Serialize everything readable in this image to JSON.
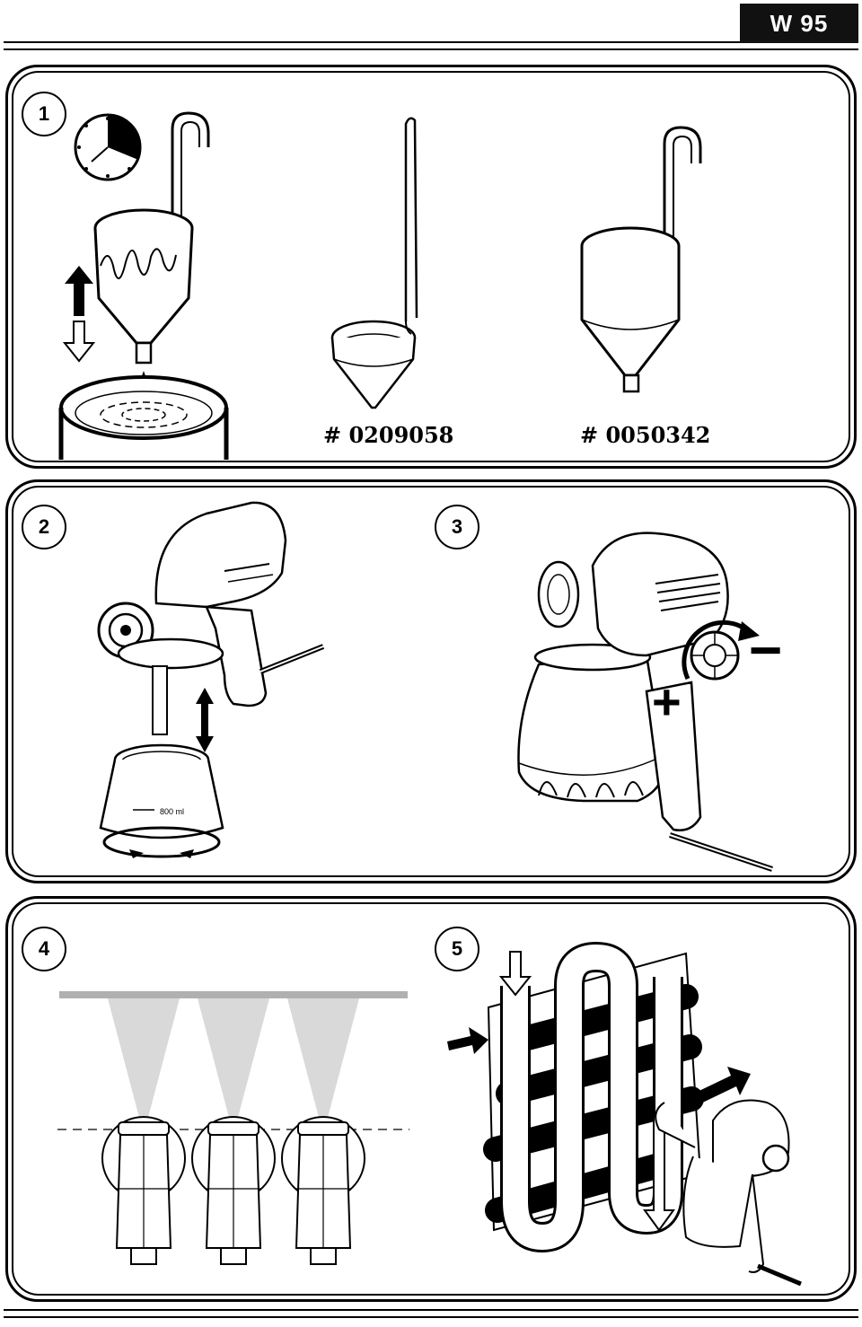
{
  "header": {
    "model": "W 95"
  },
  "step1": {
    "number": "1",
    "part_a": "# 0209058",
    "part_b": "# 0050342"
  },
  "step2": {
    "number": "2",
    "cup_marking": "800 ml"
  },
  "step3": {
    "number": "3",
    "plus_symbol": "+",
    "minus_symbol": "−"
  },
  "step4": {
    "number": "4"
  },
  "step5": {
    "number": "5"
  },
  "icons": {
    "timer": "clock-icon",
    "dip_arrows": "up-down-arrow-icon",
    "twist": "rotate-arrows-icon",
    "adjust": "rotate-arrow-icon"
  },
  "colors": {
    "ink": "#000000",
    "spray": "#d9d9d9",
    "rule": "#b0b0b0"
  }
}
